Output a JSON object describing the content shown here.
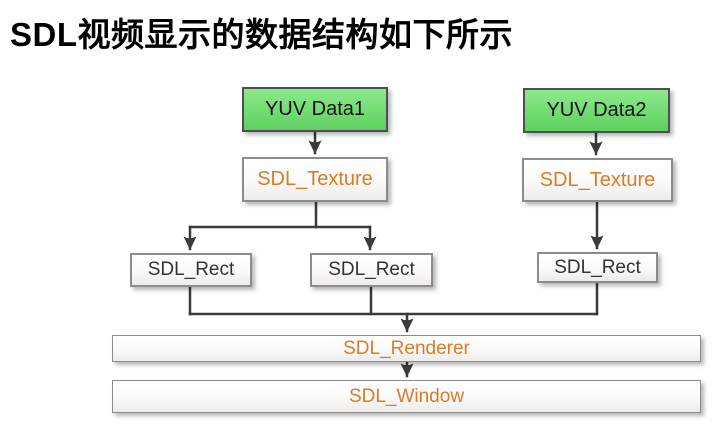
{
  "title": "SDL视频显示的数据结构如下所示",
  "colors": {
    "source_fill_top": "#8be98b",
    "source_fill_bottom": "#5fd05f",
    "source_border": "#4f4f4f",
    "node_fill_top": "#ffffff",
    "node_fill_bottom": "#edebe9",
    "node_border": "#8c8c8c",
    "accent_text": "#dd7a22",
    "dark_text": "#1f1f1f",
    "connector": "#3a3a3a"
  },
  "diagram": {
    "nodes": [
      {
        "id": "yuv-data1",
        "label": "YUV Data1"
      },
      {
        "id": "yuv-data2",
        "label": "YUV Data2"
      },
      {
        "id": "sdl-texture-left",
        "label": "SDL_Texture"
      },
      {
        "id": "sdl-texture-right",
        "label": "SDL_Texture"
      },
      {
        "id": "sdl-rect-left",
        "label": "SDL_Rect"
      },
      {
        "id": "sdl-rect-middle",
        "label": "SDL_Rect"
      },
      {
        "id": "sdl-rect-right",
        "label": "SDL_Rect"
      },
      {
        "id": "sdl-renderer",
        "label": "SDL_Renderer"
      },
      {
        "id": "sdl-window",
        "label": "SDL_Window"
      }
    ],
    "edges": [
      "YUV Data1 -> SDL_Texture (left)",
      "YUV Data2 -> SDL_Texture (right)",
      "SDL_Texture (left) -> SDL_Rect (left), SDL_Rect (middle)",
      "SDL_Texture (right) -> SDL_Rect (right)",
      "SDL_Rect (all) -> SDL_Renderer",
      "SDL_Renderer -> SDL_Window"
    ]
  }
}
